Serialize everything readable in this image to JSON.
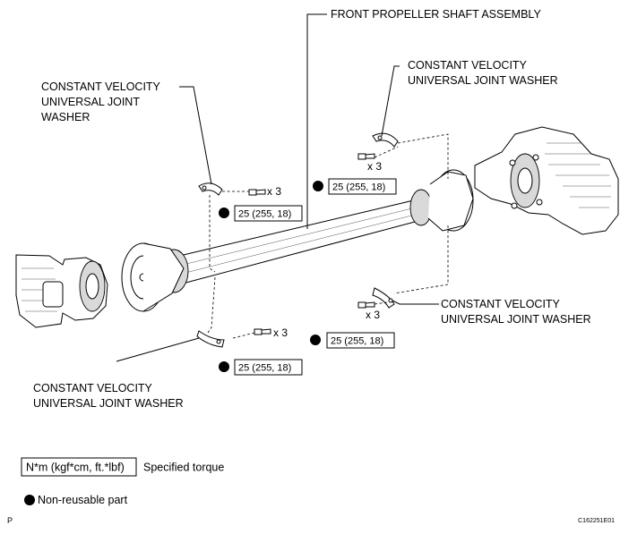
{
  "title": "FRONT PROPELLER SHAFT ASSEMBLY",
  "washer_labels": {
    "top_left": [
      "CONSTANT VELOCITY",
      "UNIVERSAL JOINT",
      "WASHER"
    ],
    "top_right": [
      "CONSTANT VELOCITY",
      "UNIVERSAL JOINT WASHER"
    ],
    "mid_right": [
      "CONSTANT VELOCITY",
      "UNIVERSAL JOINT WASHER"
    ],
    "bottom_left": [
      "CONSTANT VELOCITY",
      "UNIVERSAL JOINT WASHER"
    ]
  },
  "bolt_count": "x 3",
  "torque_value": "25 (255, 18)",
  "legend": {
    "torque_box": "N*m (kgf*cm, ft.*lbf)",
    "torque_desc": "Specified torque",
    "nonreusable_desc": "Non-reusable part"
  },
  "footer": {
    "left_mark": "P",
    "figure_code": "C162251E01"
  }
}
